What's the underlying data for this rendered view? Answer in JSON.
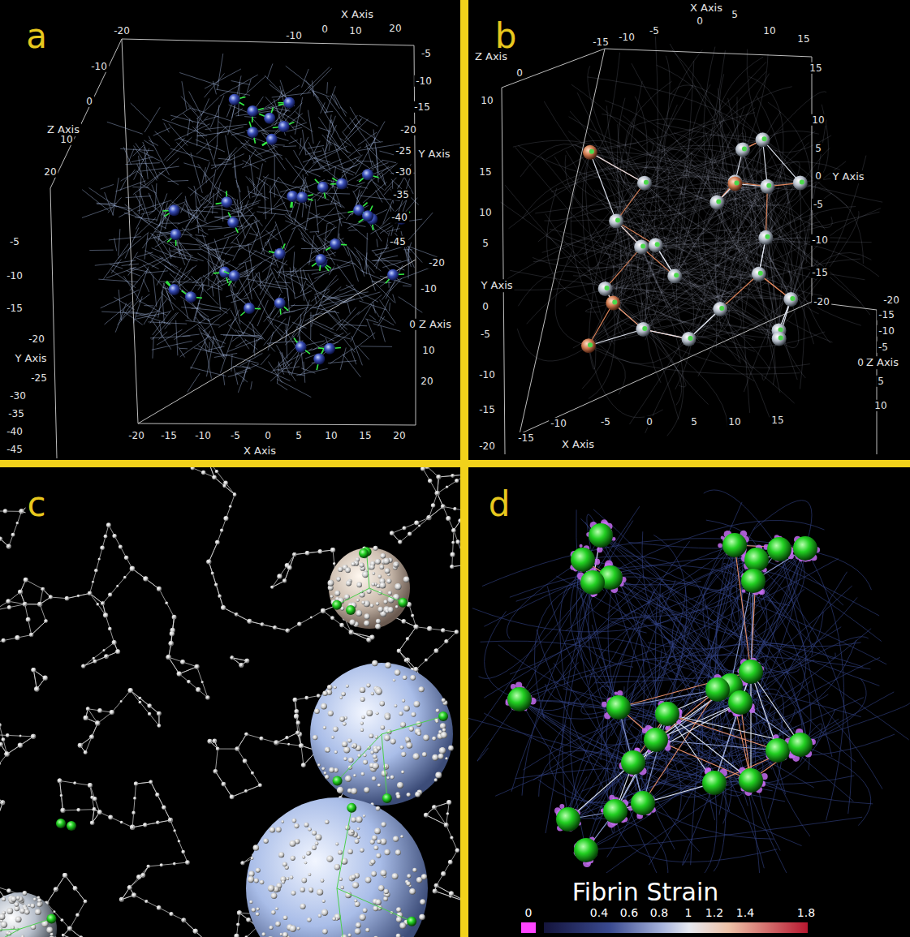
{
  "diagram": {
    "labels": [
      "a",
      "X Axis",
      "-10",
      "0",
      "10",
      "20",
      "-20",
      "Z Axis",
      "-10",
      "0",
      "10",
      "20",
      "-5",
      "-10",
      "-15",
      "-20",
      "-25",
      "Y Axis",
      "-30",
      "-35",
      "-40",
      "-45",
      "-20",
      "-10",
      "0",
      "Z Axis",
      "10",
      "20",
      "-5",
      "-10",
      "-15",
      "-20",
      "Y Axis",
      "-25",
      "-30",
      "-35",
      "-40",
      "-45",
      "-20",
      "-15",
      "-10",
      "-5",
      "0",
      "5",
      "10",
      "15",
      "20",
      "X Axis",
      "b",
      "X Axis",
      "0",
      "5",
      "10",
      "15",
      "-15",
      "-10",
      "-5",
      "Z Axis",
      "0",
      "10",
      "15",
      "10",
      "5",
      "Y Axis",
      "0",
      "-5",
      "-10",
      "-15",
      "-20",
      "-15",
      "-10",
      "-5",
      "0",
      "5",
      "10",
      "15",
      "X Axis",
      "15",
      "10",
      "5",
      "0",
      "Y Axis",
      "-5",
      "-10",
      "-15",
      "-20",
      "-20",
      "-15",
      "-10",
      "-5",
      "0",
      "Z Axis",
      "5",
      "10",
      "c",
      "d",
      "Fibrin Strain",
      "0",
      "0.4",
      "0.6",
      "0.8",
      "1",
      "1.2",
      "1.4",
      "1.8"
    ]
  }
}
